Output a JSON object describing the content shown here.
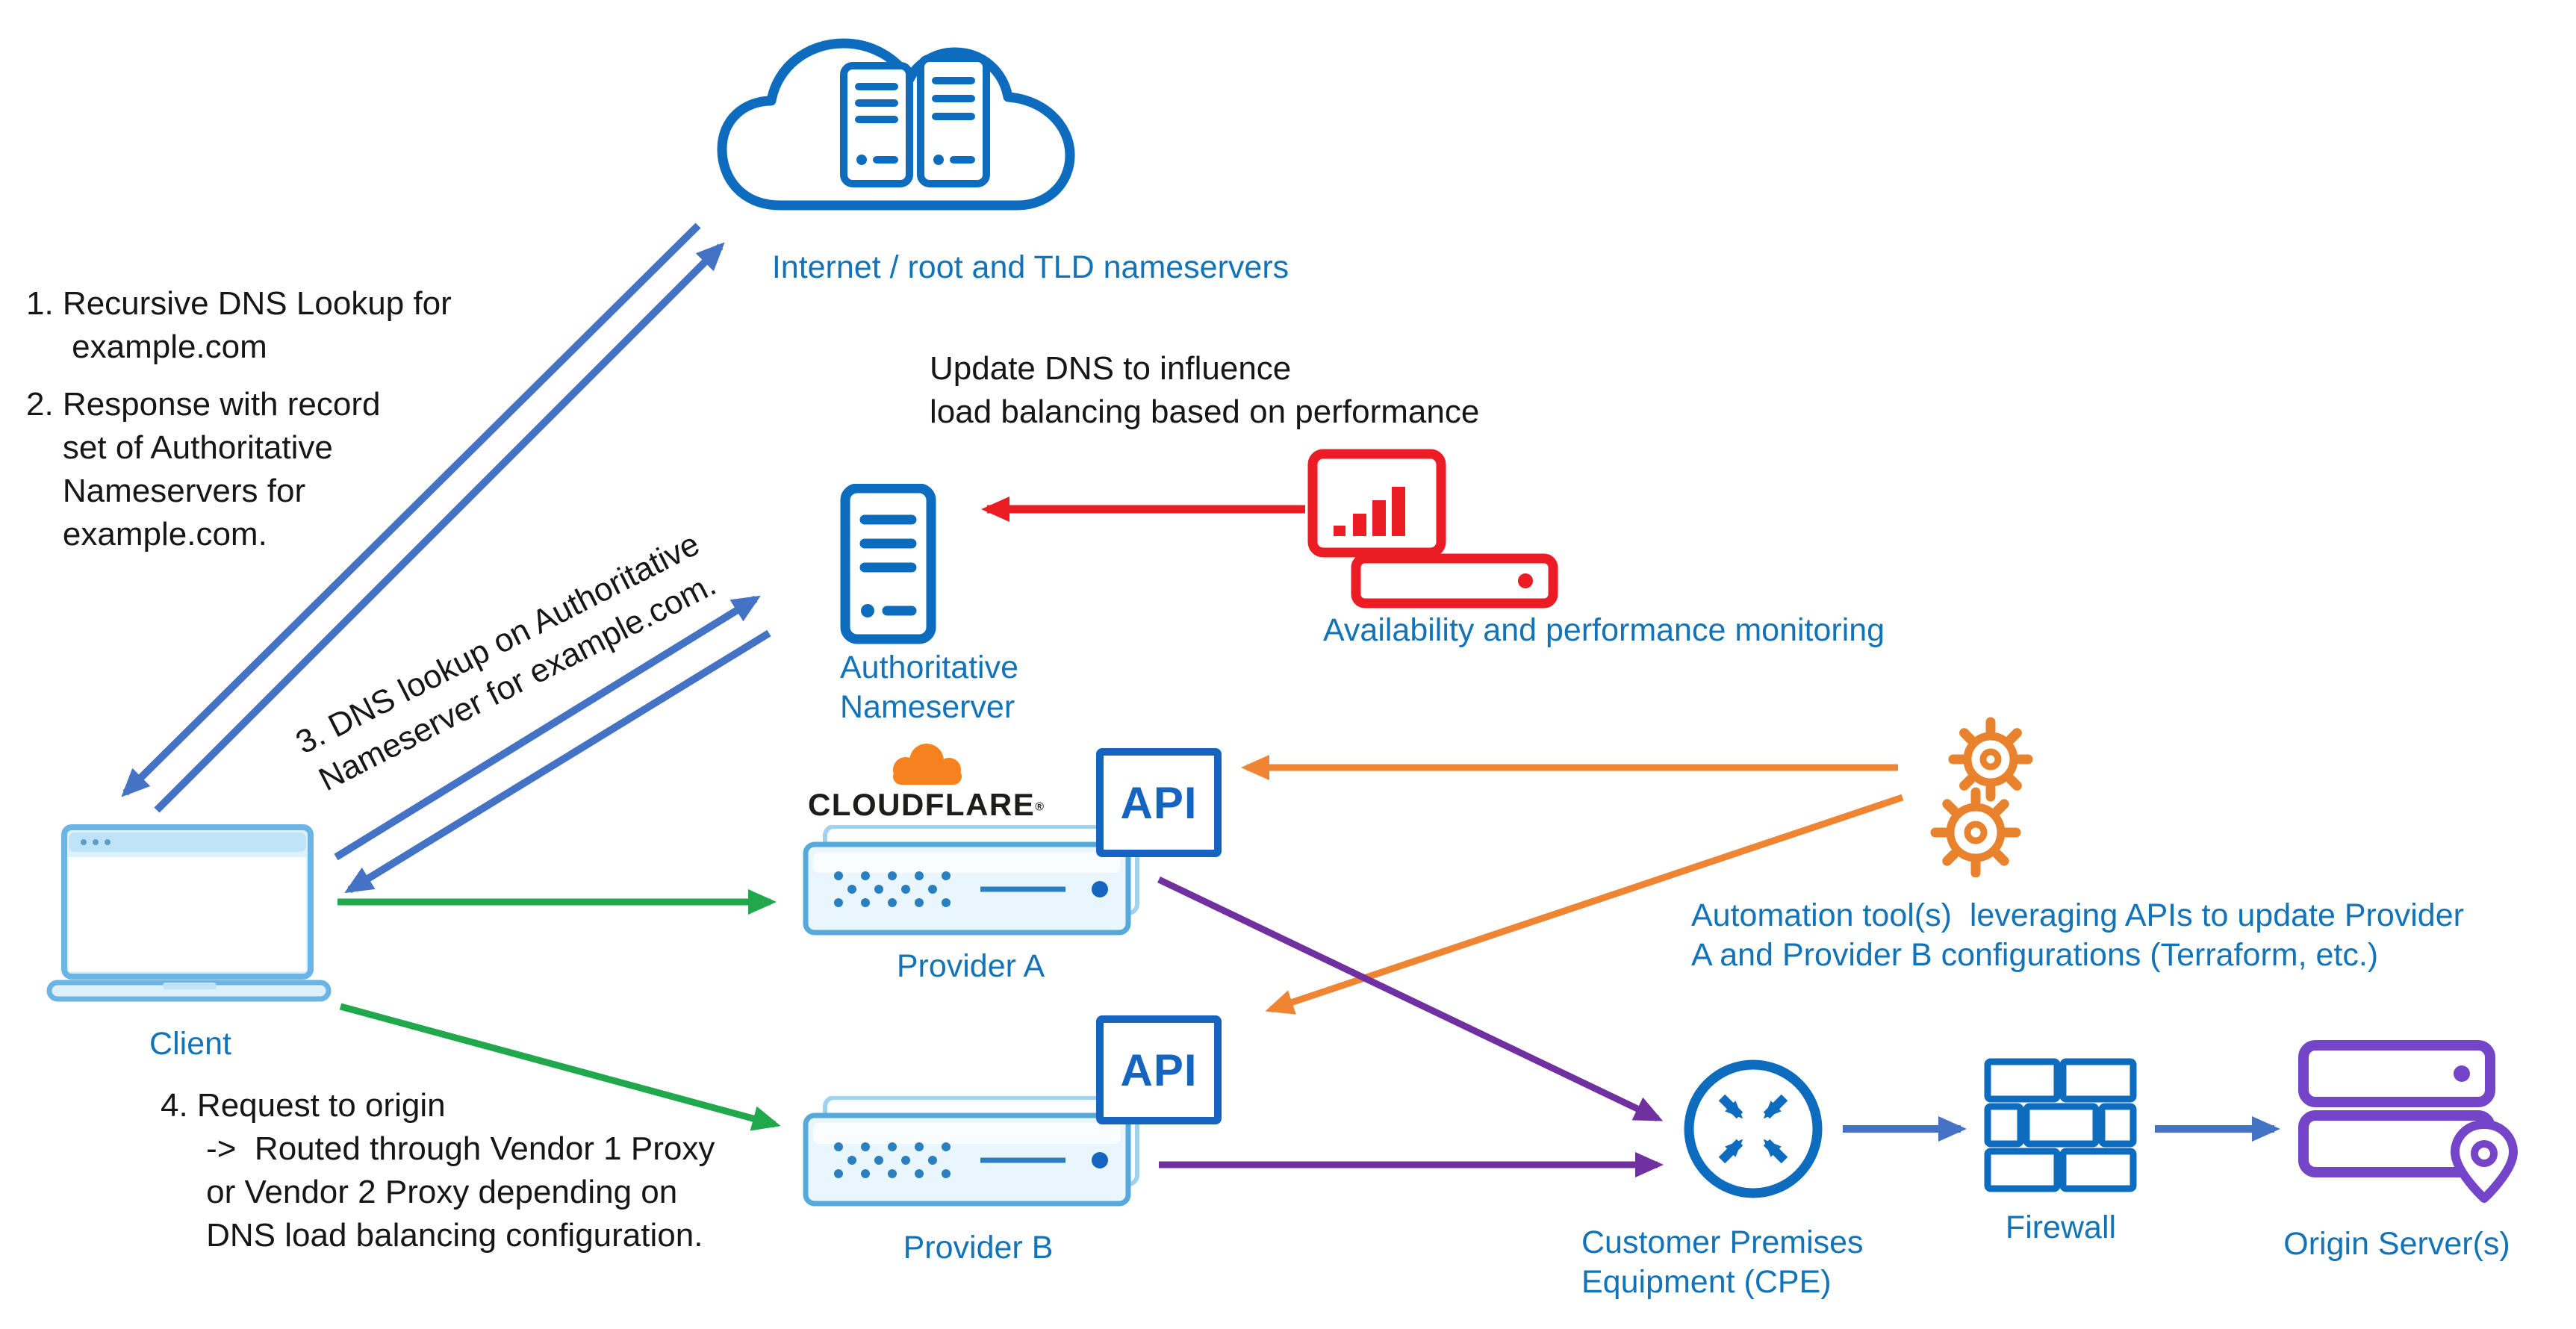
{
  "colors": {
    "label_blue": "#1273b8",
    "icon_blue": "#0d6cbe",
    "arrow_blue": "#4472c4",
    "green": "#21a84d",
    "red": "#ec1c24",
    "orange": "#ef8432",
    "purple": "#7030a0",
    "origin_purple": "#7445c8",
    "cloudflare_orange": "#f6821f"
  },
  "nodes": {
    "internet": {
      "label": "Internet / root and TLD nameservers"
    },
    "client": {
      "label": "Client"
    },
    "authoritative_nameserver": {
      "label": "Authoritative\nNameserver"
    },
    "monitoring": {
      "label": "Availability and performance monitoring"
    },
    "provider_a": {
      "label": "Provider A",
      "brand": "CLOUDFLARE",
      "brand_reg": "®",
      "api_label": "API"
    },
    "provider_b": {
      "label": "Provider B",
      "api_label": "API"
    },
    "cpe": {
      "label": "Customer Premises\nEquipment (CPE)"
    },
    "firewall": {
      "label": "Firewall"
    },
    "origin": {
      "label": "Origin Server(s)"
    },
    "automation": {
      "label": "Automation tool(s)  leveraging APIs to update Provider\nA and Provider B configurations (Terraform, etc.)"
    }
  },
  "annotations": {
    "step1": "1. Recursive DNS Lookup for\n     example.com",
    "step2": "2. Response with record\n    set of Authoritative\n    Nameservers for\n    example.com.",
    "step3": "3. DNS lookup on Authoritative\nNameserver for example.com.",
    "step4": "4. Request to origin\n     ->  Routed through Vendor 1 Proxy\n     or Vendor 2 Proxy depending on\n     DNS load balancing configuration.",
    "update_dns": "Update DNS to influence\nload balancing based on performance"
  }
}
